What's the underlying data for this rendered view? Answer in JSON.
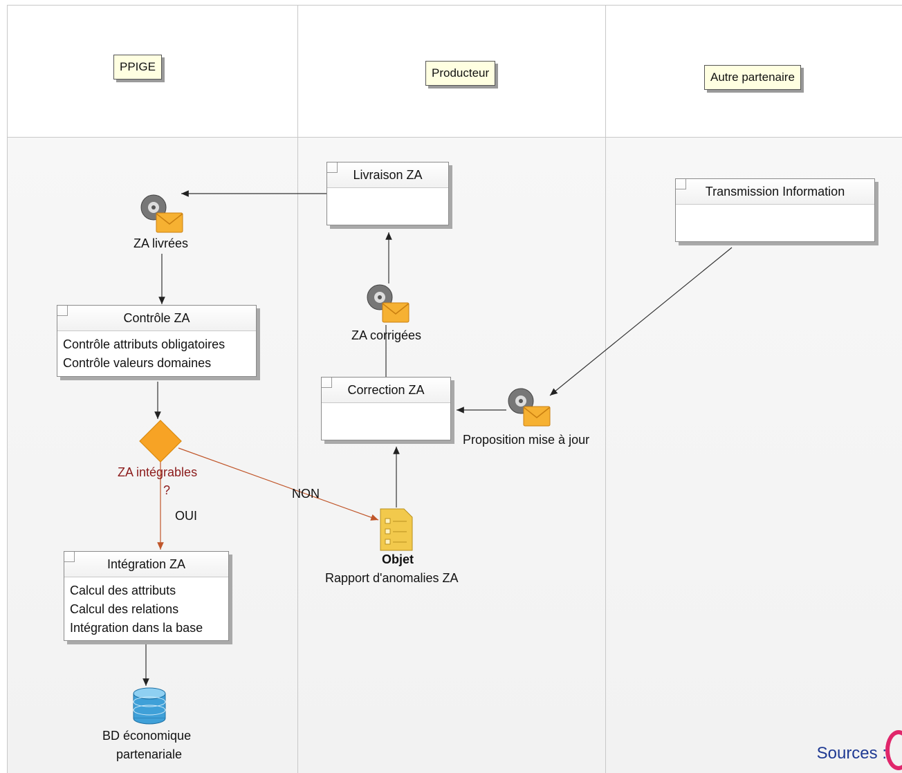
{
  "lanes": [
    {
      "label": "PPIGE"
    },
    {
      "label": "Producteur"
    },
    {
      "label": "Autre partenaire"
    }
  ],
  "boxes": {
    "livraison": {
      "title": "Livraison ZA"
    },
    "transmission": {
      "title": "Transmission Information"
    },
    "controle": {
      "title": "Contrôle ZA",
      "lines": [
        "Contrôle attributs obligatoires",
        "Contrôle valeurs domaines"
      ]
    },
    "correction": {
      "title": "Correction ZA"
    },
    "integration": {
      "title": "Intégration ZA",
      "lines": [
        "Calcul des attributs",
        "Calcul des relations",
        "Intégration dans la base"
      ]
    }
  },
  "objects": {
    "za_livrees": "ZA livrées",
    "za_corrigees": "ZA corrigées",
    "proposition": "Proposition mise à jour",
    "decision_line1": "ZA intégrables",
    "decision_line2": "?",
    "objet_title": "Objet",
    "objet_name": "Rapport d'anomalies ZA",
    "db_line1": "BD économique",
    "db_line2": "partenariale"
  },
  "flows": {
    "non": "NON",
    "oui": "OUI"
  },
  "footer": {
    "sources": "Sources :"
  },
  "colors": {
    "label_bg": "#ffffe1",
    "decision": "#f7a325",
    "decision_text": "#8b1a1a",
    "flow_decision": "#c0562a",
    "sources": "#1f3a93"
  }
}
